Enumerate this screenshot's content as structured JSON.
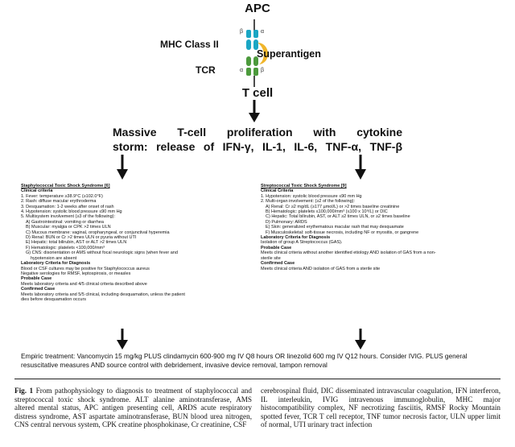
{
  "diagram": {
    "apc": "APC",
    "mhc": "MHC Class II",
    "tcr": "TCR",
    "superantigen": "Superantigen",
    "tcell": "T cell",
    "beta": "β",
    "alpha": "α",
    "massive_line1": "Massive T-cell proliferation with cytokine",
    "massive_line2": "storm: release of IFN-γ, IL-1, IL-6, TNF-α, TNF-β"
  },
  "left_box": [
    {
      "t": "Staphylococcal Toxic Shock Syndrome [6]",
      "s": "hl"
    },
    {
      "t": "Clinical criteria",
      "s": "h"
    },
    {
      "t": "1. Fever: temperature ≥38.9°C (≥102.0°F)",
      "s": ""
    },
    {
      "t": "2. Rash: diffuse macular erythroderma",
      "s": ""
    },
    {
      "t": "3. Desquamation: 1-2 weeks after onset of rash",
      "s": ""
    },
    {
      "t": "4. Hypotension: systolic blood pressure ≤90 mm Hg",
      "s": ""
    },
    {
      "t": "5. Multisystem involvement (≥3 of the following):",
      "s": ""
    },
    {
      "t": "A) Gastrointestinal: vomiting or diarrhea",
      "s": "ind"
    },
    {
      "t": "B) Muscular: myalgia or CPK >2 times ULN",
      "s": "ind"
    },
    {
      "t": "C) Mucous membrane: vaginal, oropharyngeal, or conjunctival hyperemia",
      "s": "ind"
    },
    {
      "t": "D) Renal: BUN or Cr >2 times ULN or pyuria without UTI",
      "s": "ind"
    },
    {
      "t": "E) Hepatic: total bilirubin, AST or ALT >2 times ULN",
      "s": "ind"
    },
    {
      "t": "F) Hematologic: platelets <100,000/mm³",
      "s": "ind"
    },
    {
      "t": "G) CNS: disorientation or AMS without focal neurologic signs (when fever and",
      "s": "ind"
    },
    {
      "t": "hypotension are absent",
      "s": "ind2"
    },
    {
      "t": "Laboratory Criteria for Diagnosis",
      "s": "h"
    },
    {
      "t": "Blood or CSF cultures may be positive for Staphylococcus aureus",
      "s": ""
    },
    {
      "t": "Negative serologies for RMSF, leptospirosis, or measles",
      "s": ""
    },
    {
      "t": "Probable Case",
      "s": "h"
    },
    {
      "t": "Meets laboratory criteria and 4/5 clinical criteria described above",
      "s": ""
    },
    {
      "t": "Confirmed Case",
      "s": "h"
    },
    {
      "t": "Meets laboratory criteria and 5/5 clinical, including desquamation, unless the patient",
      "s": ""
    },
    {
      "t": "dies before desquamation occurs",
      "s": ""
    }
  ],
  "right_box": [
    {
      "t": "Streptococcal Toxic Shock Syndrome [9]",
      "s": "hl"
    },
    {
      "t": "Clinical Criteria",
      "s": "h"
    },
    {
      "t": "1. Hypotension: systolic blood pressure ≤90 mm Hg",
      "s": ""
    },
    {
      "t": "2. Multi-organ involvement: (≥2 of the following):",
      "s": ""
    },
    {
      "t": "A) Renal: Cr ≥2 mg/dL (≥177 µmol/L) or >2 times baseline creatinine",
      "s": "ind"
    },
    {
      "t": "B) Hematologic: platelets ≤100,000/mm³ (≤100 x 10⁹/L) or DIC",
      "s": "ind"
    },
    {
      "t": "C) Hepatic: Total bilirubin, AST, or ALT ≥2 times ULN, or ≥2 times baseline",
      "s": "ind"
    },
    {
      "t": "D) Pulmonary: ARDS",
      "s": "ind"
    },
    {
      "t": "E) Skin: generalized erythematous macular rash that may desquamate",
      "s": "ind"
    },
    {
      "t": "F) Musculoskeletal: soft-tissue necrosis, including NF or myositis, or gangrene",
      "s": "ind"
    },
    {
      "t": "Laboratory Criteria for Diagnosis",
      "s": "h"
    },
    {
      "t": "Isolation of group A Streptococcus (GAS).",
      "s": ""
    },
    {
      "t": "Probable Case",
      "s": "h"
    },
    {
      "t": "Meets clinical criteria without another identified etiology AND isolation of GAS from a non-",
      "s": ""
    },
    {
      "t": "sterile site",
      "s": ""
    },
    {
      "t": "Confirmed Case",
      "s": "h"
    },
    {
      "t": "Meets clinical criteria AND isolation of GAS from a sterile site",
      "s": ""
    }
  ],
  "empiric": "Empiric treatment: Vancomycin 15 mg/kg PLUS clindamycin 600-900 mg IV Q8 hours OR linezolid 600 mg IV Q12 hours. Consider IVIG. PLUS general resuscitative measures AND source control with debridement, invasive device removal, tampon removal",
  "caption": {
    "label": "Fig. 1",
    "left": "From pathophysiology to diagnosis to treatment of staphylococcal and streptococcal toxic shock syndrome. ALT alanine aminotransferase, AMS altered mental status, APC antigen presenting cell, ARDS acute respiratory distress syndrome, AST aspartate aminotransferase, BUN blood urea nitrogen, CNS central nervous system, CPK creatine phosphokinase, Cr creatinine, CSF",
    "right": "cerebrospinal fluid, DIC disseminated intravascular coagulation, IFN interferon, IL interleukin, IVIG intravenous immunoglobulin, MHC major histocompatibility complex, NF necrotizing fasciitis, RMSF Rocky Mountain spotted fever, TCR T cell receptor, TNF tumor necrosis factor, ULN upper limit of normal, UTI urinary tract infection"
  },
  "colors": {
    "mhc": "#1aa6c4",
    "tcr": "#4c9a3c",
    "superantigen": "#f0b52a",
    "arrow": "#111111"
  }
}
